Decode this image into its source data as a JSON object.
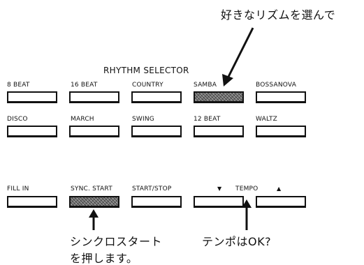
{
  "callouts": {
    "rhythm_select": "好きなリズムを選んで",
    "sync_start_line1": "シンクロスタート",
    "sync_start_line2": "を押します。",
    "tempo_ok": "テンポはOK?"
  },
  "rhythm_selector": {
    "title": "RHYTHM SELECTOR",
    "row1": [
      "8 BEAT",
      "16 BEAT",
      "COUNTRY",
      "SAMBA",
      "BOSSANOVA"
    ],
    "row2": [
      "DISCO",
      "MARCH",
      "SWING",
      "12 BEAT",
      "WALTZ"
    ]
  },
  "controls": {
    "fill_in": "FILL IN",
    "sync_start": "SYNC. START",
    "start_stop": "START/STOP",
    "tempo": "TEMPO",
    "tempo_down_glyph": "▼",
    "tempo_up_glyph": "▲"
  },
  "state": {
    "lit_buttons": [
      "SAMBA",
      "SYNC. START"
    ]
  }
}
